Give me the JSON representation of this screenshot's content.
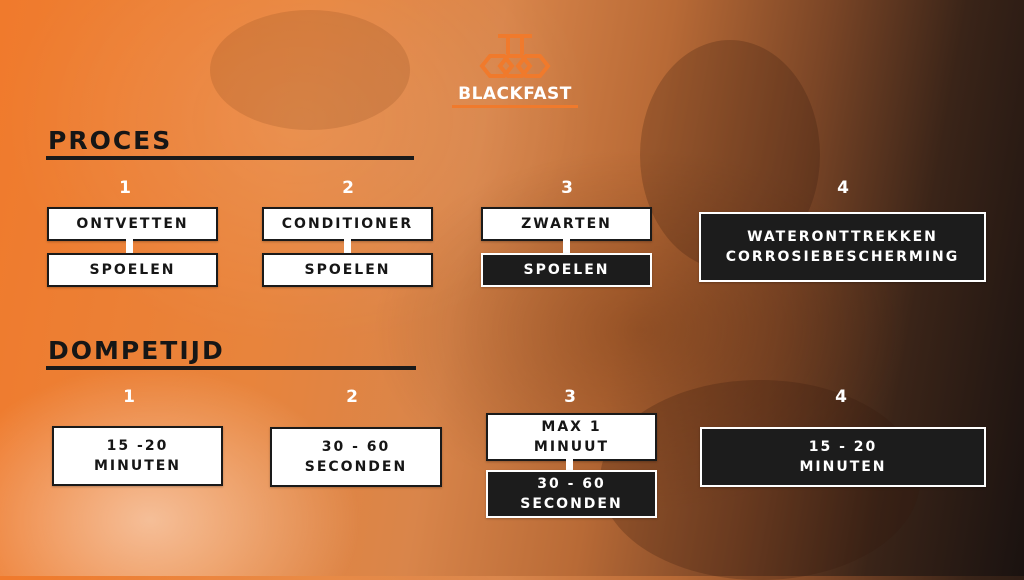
{
  "logo": {
    "text": "BLACKFAST"
  },
  "proces": {
    "title": "PROCES",
    "steps": [
      {
        "number": "1",
        "boxes": [
          "ONTVETTEN",
          "SPOELEN"
        ]
      },
      {
        "number": "2",
        "boxes": [
          "CONDITIONER",
          "SPOELEN"
        ]
      },
      {
        "number": "3",
        "boxes": [
          "ZWARTEN",
          "SPOELEN"
        ]
      },
      {
        "number": "4",
        "boxes": [
          "WATERONTTREKKEN\nCORROSIEBESCHERMING"
        ]
      }
    ]
  },
  "dompetijd": {
    "title": "DOMPETIJD",
    "steps": [
      {
        "number": "1",
        "boxes": [
          "15 -20\nMINUTEN"
        ]
      },
      {
        "number": "2",
        "boxes": [
          "30 - 60\nSECONDEN"
        ]
      },
      {
        "number": "3",
        "boxes": [
          "MAX 1\nMINUUT",
          "30 - 60\nSECONDEN"
        ]
      },
      {
        "number": "4",
        "boxes": [
          "15 - 20\nMINUTEN"
        ]
      }
    ]
  },
  "colors": {
    "accent": "#f07a2c",
    "dark": "#1c1c1c",
    "light": "#ffffff"
  }
}
